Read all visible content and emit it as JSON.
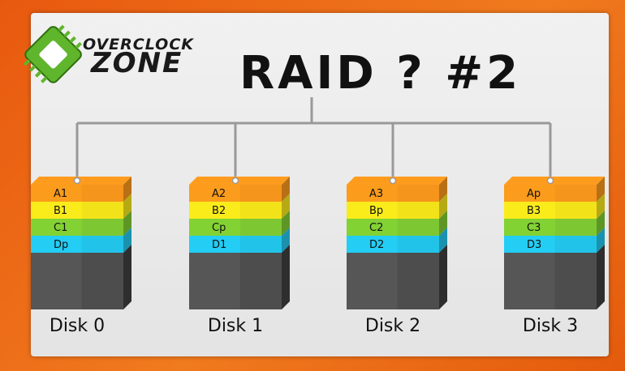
{
  "title": "RAID ? #2",
  "logo": {
    "line1": "OVERCLOCK",
    "line2": "ZONE"
  },
  "colors": {
    "background_orange": "#f07a1e",
    "panel": "#e9e9e9",
    "connector": "#999999",
    "layer_a": "#f5951c",
    "layer_b": "#f2e21a",
    "layer_c": "#7dc832",
    "layer_d": "#22c3e8",
    "disk_body": "#4d4d4d"
  },
  "disks": [
    {
      "label": "Disk 0",
      "blocks": [
        "A1",
        "B1",
        "C1",
        "Dp"
      ]
    },
    {
      "label": "Disk 1",
      "blocks": [
        "A2",
        "B2",
        "Cp",
        "D1"
      ]
    },
    {
      "label": "Disk 2",
      "blocks": [
        "A3",
        "Bp",
        "C2",
        "D2"
      ]
    },
    {
      "label": "Disk 3",
      "blocks": [
        "Ap",
        "B3",
        "C3",
        "D3"
      ]
    }
  ]
}
